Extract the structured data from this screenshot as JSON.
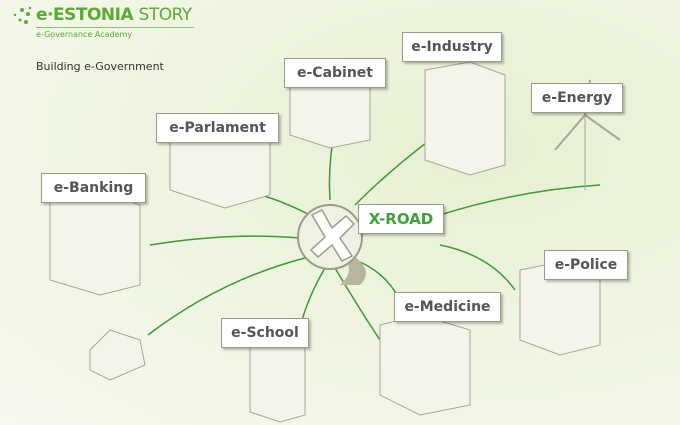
{
  "header": {
    "logo_prefix": "e·ESTONIA",
    "logo_suffix": "STORY",
    "logo_subtitle": "e-Governance Academy",
    "title": "Building e-Government"
  },
  "hub": {
    "label": "X-ROAD",
    "icon": "x-icon"
  },
  "nodes": [
    {
      "label": "e-Industry"
    },
    {
      "label": "e-Cabinet"
    },
    {
      "label": "e-Energy"
    },
    {
      "label": "e-Parlament"
    },
    {
      "label": "e-Banking"
    },
    {
      "label": "e-Police"
    },
    {
      "label": "e-Medicine"
    },
    {
      "label": "e-School"
    }
  ],
  "colors": {
    "accent": "#3aa536",
    "line": "#3f9a34"
  }
}
